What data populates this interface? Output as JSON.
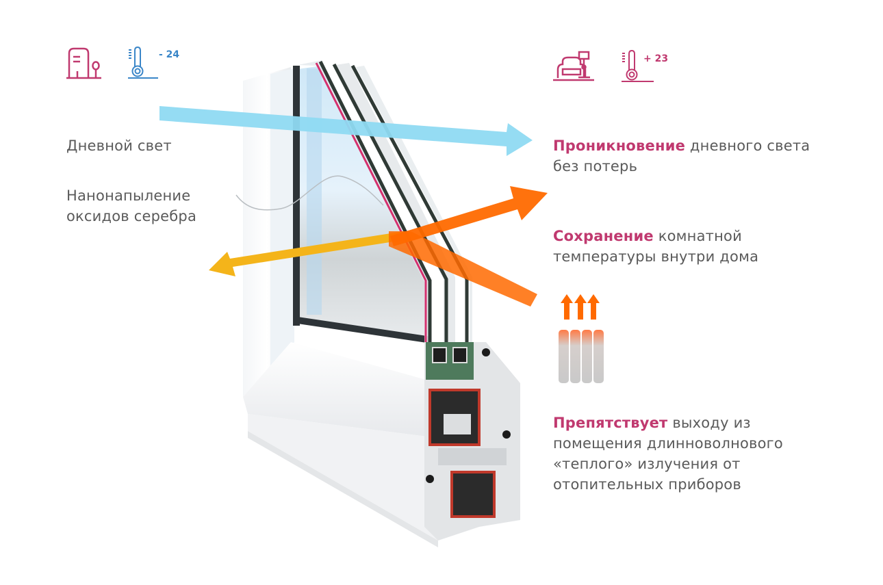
{
  "colors": {
    "accent": "#c0396f",
    "cold_blue": "#3a86c8",
    "daylight_arrow": "#8fdaf2",
    "heat_arrow": "#ff6a00",
    "reflect_arrow": "#f4b41a",
    "text": "#5a5a5a",
    "frame_dark": "#2f3a35",
    "coating": "#d4306e",
    "steel_insert": "#c0392b"
  },
  "outside": {
    "icon": "house-tree-icon",
    "thermometer_icon": "thermometer-icon",
    "temperature": "- 24"
  },
  "inside": {
    "icon": "armchair-lamp-icon",
    "thermometer_icon": "thermometer-icon",
    "temperature": "+ 23"
  },
  "left_labels": {
    "daylight": "Дневной свет",
    "coating_line1": "Нанонапыление",
    "coating_line2": "оксидов серебра"
  },
  "right_labels": {
    "penetration": {
      "highlight": "Проникновение",
      "rest_line1": " дневного света",
      "line2": "без потерь"
    },
    "retention": {
      "highlight": "Сохранение",
      "rest_line1": " комнатной",
      "line2": "температуры внутри дома"
    },
    "prevents": {
      "highlight": "Препятствует",
      "rest_line1": " выходу из",
      "line2": "помещения длинноволнового",
      "line3": "«теплого» излучения от",
      "line4": "отопительных приборов"
    }
  },
  "radiator": {
    "icon": "radiator-icon",
    "heat_arrows_icon": "heat-up-arrows-icon",
    "sections": 4
  }
}
